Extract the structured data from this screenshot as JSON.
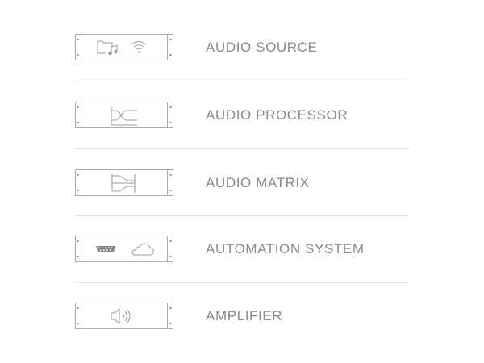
{
  "items": [
    {
      "label": "AUDIO SOURCE",
      "icons": [
        "music-folder-icon",
        "wifi-icon"
      ]
    },
    {
      "label": "AUDIO PROCESSOR",
      "icons": [
        "crossover-icon"
      ]
    },
    {
      "label": "AUDIO MATRIX",
      "icons": [
        "matrix-routing-icon"
      ]
    },
    {
      "label": "AUTOMATION SYSTEM",
      "icons": [
        "serial-port-icon",
        "cloud-icon"
      ]
    },
    {
      "label": "AMPLIFIER",
      "icons": [
        "speaker-icon"
      ]
    }
  ],
  "colors": {
    "stroke": "#999999",
    "text": "#8a8a8a",
    "divider": "#e2e2e2"
  }
}
